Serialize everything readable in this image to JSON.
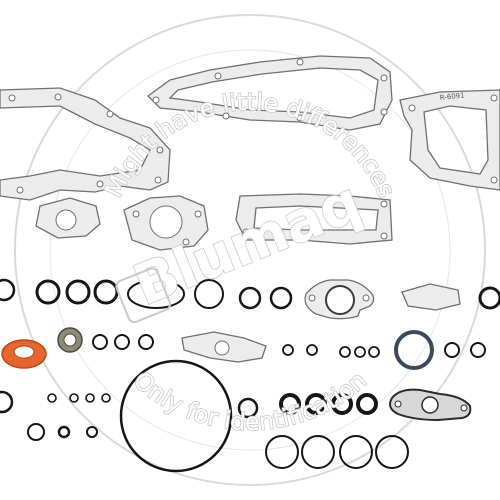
{
  "watermark": {
    "brand": "Blumaq",
    "arc_top": "Might have little differences",
    "arc_bottom": "Only for identification",
    "color": "#c9c9c9"
  },
  "gasket_print": "R-6091",
  "colors": {
    "background": "#ffffff",
    "gasket_fill": "#ececec",
    "gasket_edge": "#6f6f6f",
    "o_ring": "#151515",
    "orange_seal": "#e8642c",
    "seal_body": "#7a7a6a",
    "blue_ring": "#3a4a5a"
  },
  "icons": {
    "watermark_logo": "blumaq-b-logo"
  }
}
